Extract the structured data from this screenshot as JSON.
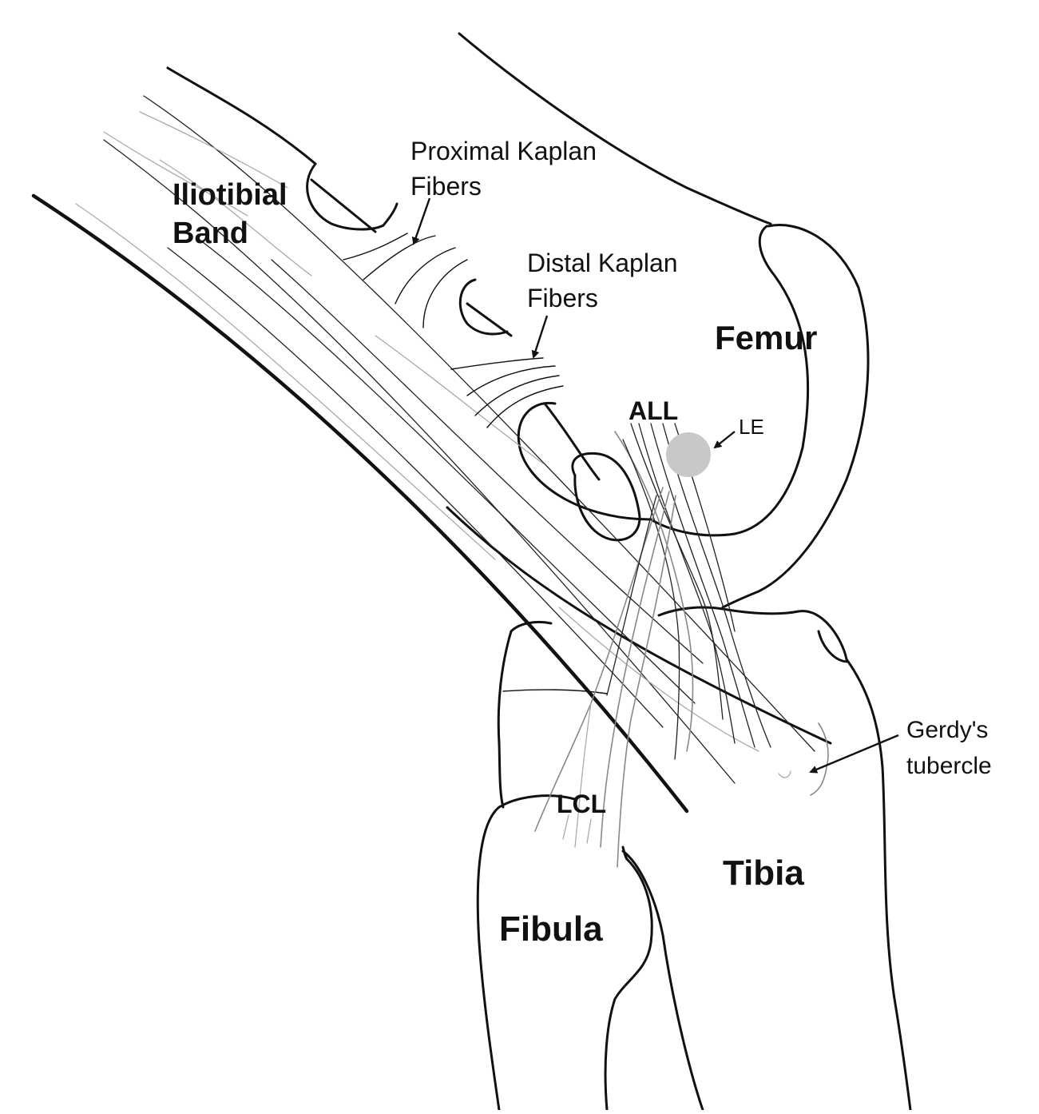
{
  "labels": {
    "itb_line1": "Iliotibial",
    "itb_line2": "Band",
    "proximal_line1": "Proximal Kaplan",
    "proximal_line2": "Fibers",
    "distal_line1": "Distal Kaplan",
    "distal_line2": "Fibers",
    "femur": "Femur",
    "all": "ALL",
    "le": "LE",
    "gerdy_line1": "Gerdy's",
    "gerdy_line2": "tubercle",
    "lcl": "LCL",
    "tibia": "Tibia",
    "fibula": "Fibula"
  },
  "colors": {
    "outline": "#111111",
    "lateral_epicondyle_fill": "#c8c8c8",
    "faint_fiber": "#aaaaaa"
  }
}
